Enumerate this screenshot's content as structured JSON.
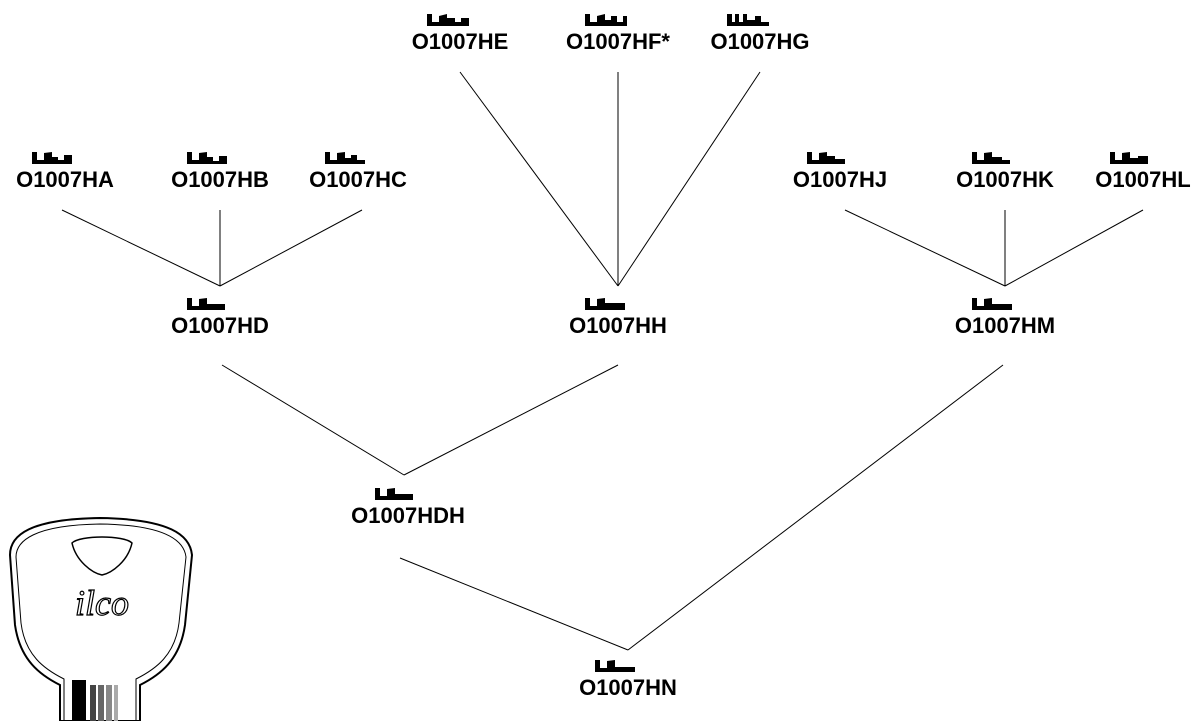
{
  "nodes": {
    "ha": {
      "label": "O1007HA"
    },
    "hb": {
      "label": "O1007HB"
    },
    "hc": {
      "label": "O1007HC"
    },
    "he": {
      "label": "O1007HE"
    },
    "hf": {
      "label": "O1007HF*"
    },
    "hg": {
      "label": "O1007HG"
    },
    "hj": {
      "label": "O1007HJ"
    },
    "hk": {
      "label": "O1007HK"
    },
    "hl": {
      "label": "O1007HL"
    },
    "hd": {
      "label": "O1007HD"
    },
    "hh": {
      "label": "O1007HH"
    },
    "hm": {
      "label": "O1007HM"
    },
    "hdh": {
      "label": "O1007HDH"
    },
    "hn": {
      "label": "O1007HN"
    }
  },
  "key_brand": "ilco",
  "colors": {
    "ink": "#000000",
    "background": "#ffffff"
  }
}
